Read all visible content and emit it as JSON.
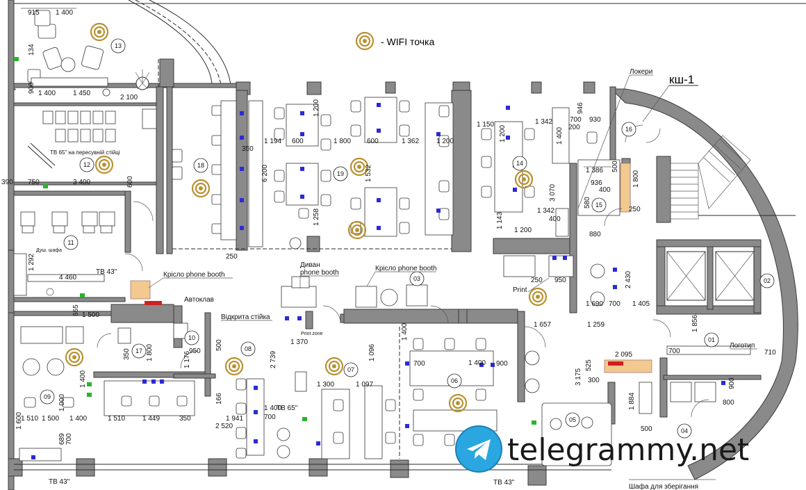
{
  "legend": {
    "text": "- WIFI  точка"
  },
  "labels": {
    "ksh": "кш-1",
    "lokery": "Локери",
    "krislo_pb": "Крісло phone booth",
    "krislo_pb2": "Крісло phone booth",
    "dyvan1": "Диван",
    "dyvan2": "phone booth",
    "avtoklav": "Автоклав",
    "vidkryta": "Відкрита стійка",
    "print": "Print",
    "print_zone": "Print zone",
    "logotyp": "Логотип",
    "shafa": "Шафа для зберігання",
    "tv_wall": "ТВ 65\" на пересувній стійці",
    "tv43_a": "ТВ 43\"",
    "tv43_b": "ТВ 43\"",
    "tv43_c": "ТВ 43\"",
    "tv65_b": "ТВ 65\"",
    "dush": "Душ. шафа",
    "watermark": "telegrammy.net"
  },
  "rooms": [
    "13",
    "12",
    "11",
    "18",
    "19",
    "14",
    "15",
    "16",
    "17",
    "10",
    "08",
    "07",
    "06",
    "05",
    "04",
    "03",
    "02",
    "01",
    "09"
  ],
  "dims": [
    "915",
    "1 400",
    "134",
    "900",
    "1 400",
    "1 450",
    "2 100",
    "750",
    "3 400",
    "390",
    "600",
    "4 460",
    "665",
    "1 500",
    "1 292",
    "6 200",
    "1 194",
    "350",
    "600",
    "1 800",
    "600",
    "1 362",
    "1 200",
    "1 200",
    "1 532",
    "1 258",
    "250",
    "1 150",
    "1 342",
    "700",
    "930",
    "946",
    "200",
    "1 200",
    "1 400",
    "936",
    "1 386",
    "400",
    "500",
    "3 070",
    "580",
    "1 342",
    "1 800",
    "400",
    "880",
    "250",
    "1 143",
    "1 200",
    "950",
    "250",
    "2 430",
    "1 690",
    "700",
    "1 405",
    "1 657",
    "1 259",
    "1 856",
    "700",
    "710",
    "2 095",
    "3 175",
    "525",
    "300",
    "1 884",
    "500",
    "900",
    "800",
    "1 510",
    "1 500",
    "1 400",
    "1 510",
    "1 449",
    "350",
    "1 941",
    "2 520",
    "700",
    "500",
    "950",
    "1 176",
    "1 370",
    "2 739",
    "1 096",
    "1 097",
    "1 400",
    "1 400",
    "700",
    "900",
    "1 300",
    "1 600",
    "1 400",
    "1 000",
    "689",
    "700",
    "350",
    "1 800",
    "1 400",
    "166"
  ],
  "icons": {
    "wifi": "wifi-point-icon",
    "telegram": "telegram-logo-icon",
    "socket": "power-socket-icon"
  },
  "colors": {
    "wifi": "#b8902e",
    "socket": "#2b2bd6",
    "equipment": "#2bb32b",
    "alarm": "#d02020",
    "highlight": "#f2c98e",
    "telegram": "#2aa7e0"
  }
}
